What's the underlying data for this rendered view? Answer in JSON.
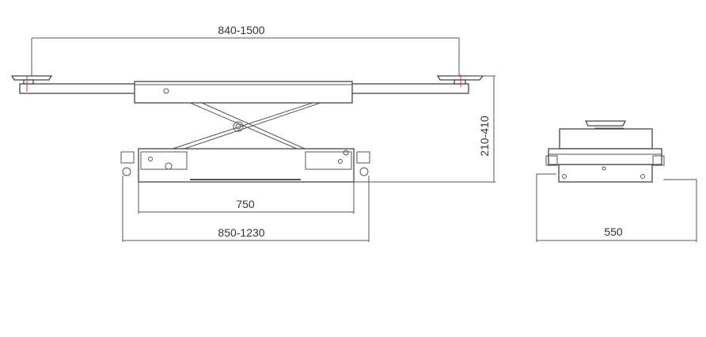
{
  "dimensions": {
    "arm_span": "840-1500",
    "lift_height": "210-410",
    "frame_length": "750",
    "base_length": "850-1230",
    "side_width": "550"
  },
  "colors": {
    "line": "#555555",
    "marker": "#e0303a"
  }
}
